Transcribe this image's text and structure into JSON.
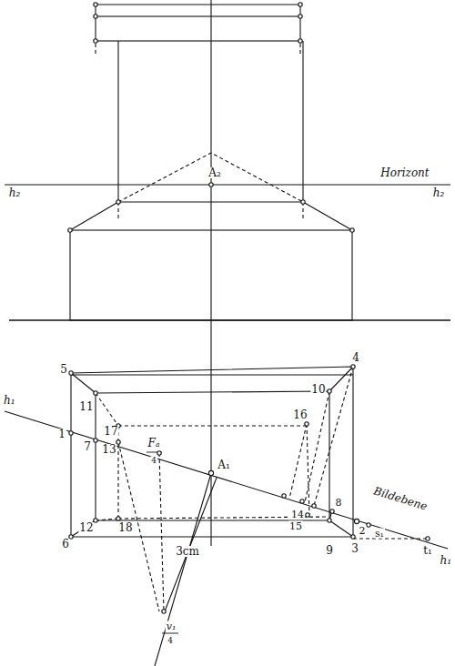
{
  "diagram": {
    "labels": [
      "A₂",
      "Horizont",
      "h₂",
      "h₂",
      "5",
      "4",
      "10",
      "11",
      "h₁",
      "16",
      "1",
      "17",
      "7",
      "13",
      "Fₐ",
      "4",
      "A₁",
      "14",
      "15",
      "Bildebene",
      "8",
      "2",
      "s₁",
      "t₁",
      "h₁",
      "18",
      "12",
      "9",
      "3cm",
      "6",
      "3",
      "v₁",
      "4"
    ]
  }
}
